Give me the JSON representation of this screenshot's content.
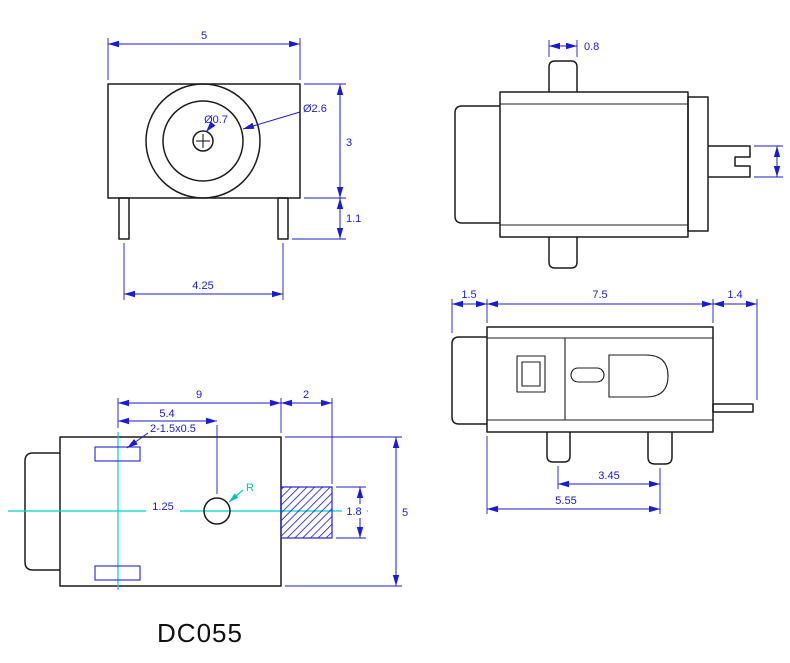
{
  "title": "DC055",
  "colors": {
    "dimension_blue": "#1b1bd0",
    "outline_black": "#1c1c1c",
    "centerline_cyan": "#00d2d2",
    "hatch_blue": "#2323cc"
  },
  "front_view": {
    "dim_width": "5",
    "dim_outer_dia": "Ø2.6",
    "dim_inner_dia": "Ø0.7",
    "dim_height": "3",
    "dim_pin_length": "1.1",
    "dim_pin_pitch": "4.25"
  },
  "side_view": {
    "dim_pin_width": "0.8"
  },
  "plan_view": {
    "dim_length": "9",
    "dim_slot_offset": "5.4",
    "dim_slot_spec": "2-1.5x0.5",
    "dim_shaft_length": "2",
    "dim_center_offset": "1.25",
    "radius_label": "R",
    "dim_shaft_dia": "1.8",
    "dim_width": "5"
  },
  "side_view_2": {
    "dim_cap_length": "1.5",
    "dim_body_length": "7.5",
    "dim_pin_extension": "1.4",
    "dim_pin_pitch_inner": "3.45",
    "dim_pin_pitch_outer": "5.55"
  }
}
